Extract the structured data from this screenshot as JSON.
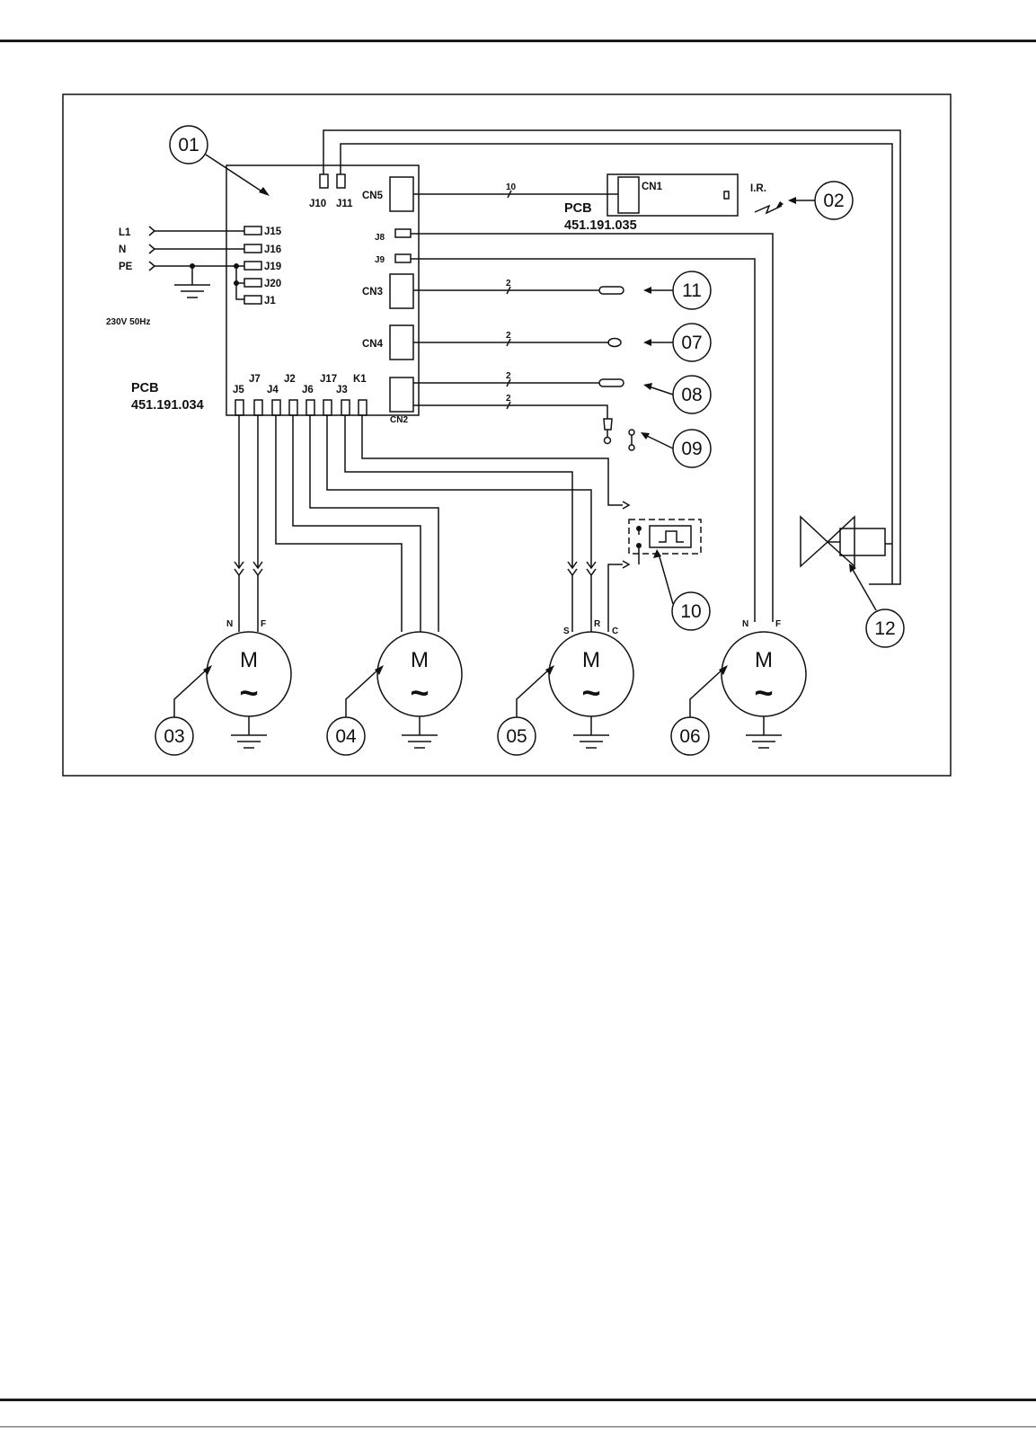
{
  "main_board": {
    "title": "PCB",
    "part_number": "451.191.034",
    "supply_label": "230V 50Hz"
  },
  "display_board": {
    "title": "PCB",
    "part_number": "451.191.035",
    "connector": "CN1",
    "ir_label": "I.R."
  },
  "supply_lines": [
    "L1",
    "N",
    "PE"
  ],
  "left_terminals": [
    "J15",
    "J16",
    "J19",
    "J20",
    "J1"
  ],
  "top_terminals": [
    "J10",
    "J11"
  ],
  "right_connectors": {
    "cn5": "CN5",
    "j8": "J8",
    "j9": "J9",
    "cn3": "CN3",
    "cn4": "CN4",
    "cn2": "CN2"
  },
  "bottom_terminals_upper": [
    "J7",
    "J2",
    "J17",
    "K1"
  ],
  "bottom_terminals_lower": [
    "J5",
    "J4",
    "J6",
    "J3"
  ],
  "wire_counts": {
    "cn5": "10",
    "cn3": "2",
    "cn4": "2",
    "cn2a": "2",
    "cn2b": "2"
  },
  "callouts": [
    "01",
    "02",
    "03",
    "04",
    "05",
    "06",
    "07",
    "08",
    "09",
    "10",
    "11",
    "12"
  ],
  "motors": {
    "symbol": "M",
    "ac_symbol": "~",
    "m03_terminals": [
      "N",
      "F"
    ],
    "m05_terminals": [
      "S",
      "R",
      "C"
    ],
    "m06_terminals": [
      "N",
      "F"
    ]
  },
  "colors": {
    "line": "#111111",
    "background": "#ffffff"
  }
}
